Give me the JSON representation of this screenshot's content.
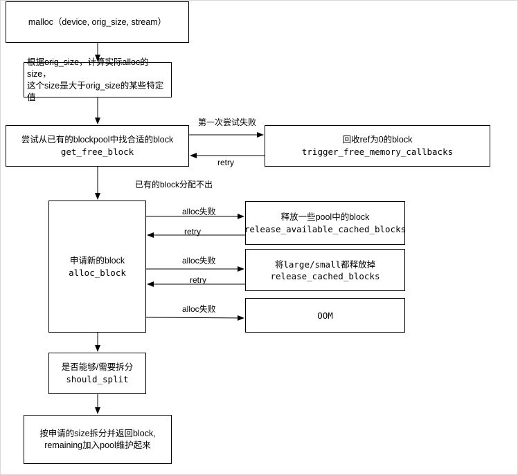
{
  "nodes": {
    "malloc": {
      "line1": "malloc（device, orig_size, stream）"
    },
    "compute_size": {
      "line1": "根据orig_size，计算实际alloc的size，",
      "line2": "这个size是大于orig_size的某些特定值"
    },
    "get_free_block": {
      "line1": "尝试从已有的blockpool中找合适的block",
      "line2": "get_free_block"
    },
    "trigger_free": {
      "line1": "回收ref为0的block",
      "line2": "trigger_free_memory_callbacks"
    },
    "alloc_block": {
      "line1": "申请新的block",
      "line2": "alloc_block"
    },
    "release_available": {
      "line1": "释放一些pool中的block",
      "line2": "release_available_cached_blocks"
    },
    "release_cached": {
      "line1": "将large/small都释放掉",
      "line2": "release_cached_blocks"
    },
    "oom": {
      "line1": "OOM"
    },
    "should_split": {
      "line1": "是否能够/需要拆分",
      "line2": "should_split"
    },
    "return_block": {
      "line1": "按申请的size拆分并返回block,",
      "line2": "remaining加入pool维护起来"
    }
  },
  "edges": {
    "first_fail": "第一次尝试失败",
    "retry_1": "retry",
    "no_block": "已有的block分配不出",
    "alloc_fail_1": "alloc失败",
    "retry_2": "retry",
    "alloc_fail_2": "alloc失败",
    "retry_3": "retry",
    "alloc_fail_3": "alloc失败"
  }
}
